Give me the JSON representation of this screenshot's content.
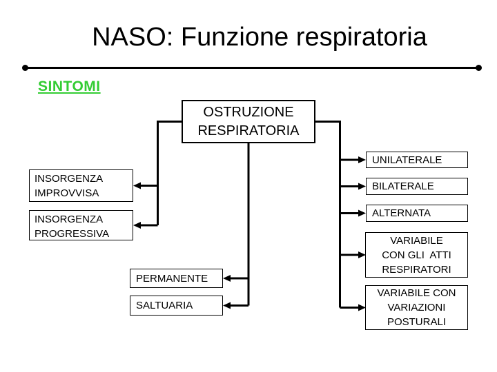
{
  "slide": {
    "title": "NASO: Funzione respiratoria",
    "section_label": "SINTOMI"
  },
  "colors": {
    "background": "#ffffff",
    "text": "#000000",
    "section_label_green": "#33cc33",
    "connector": "#000000"
  },
  "diagram": {
    "root": {
      "label": "OSTRUZIONE\nRESPIRATORIA"
    },
    "onset_boxes": [
      {
        "label": "INSORGENZA\nIMPROVVISA"
      },
      {
        "label": "INSORGENZA\nPROGRESSIVA"
      }
    ],
    "frequency_boxes": [
      {
        "label": "PERMANENTE"
      },
      {
        "label": "SALTUARIA"
      }
    ],
    "laterality_boxes": [
      {
        "label": "UNILATERALE"
      },
      {
        "label": "BILATERALE"
      },
      {
        "label": "ALTERNATA"
      },
      {
        "label": "VARIABILE\nCON GLI  ATTI\nRESPIRATORI"
      },
      {
        "label": "VARIABILE CON\nVARIAZIONI\nPOSTURALI"
      }
    ]
  }
}
